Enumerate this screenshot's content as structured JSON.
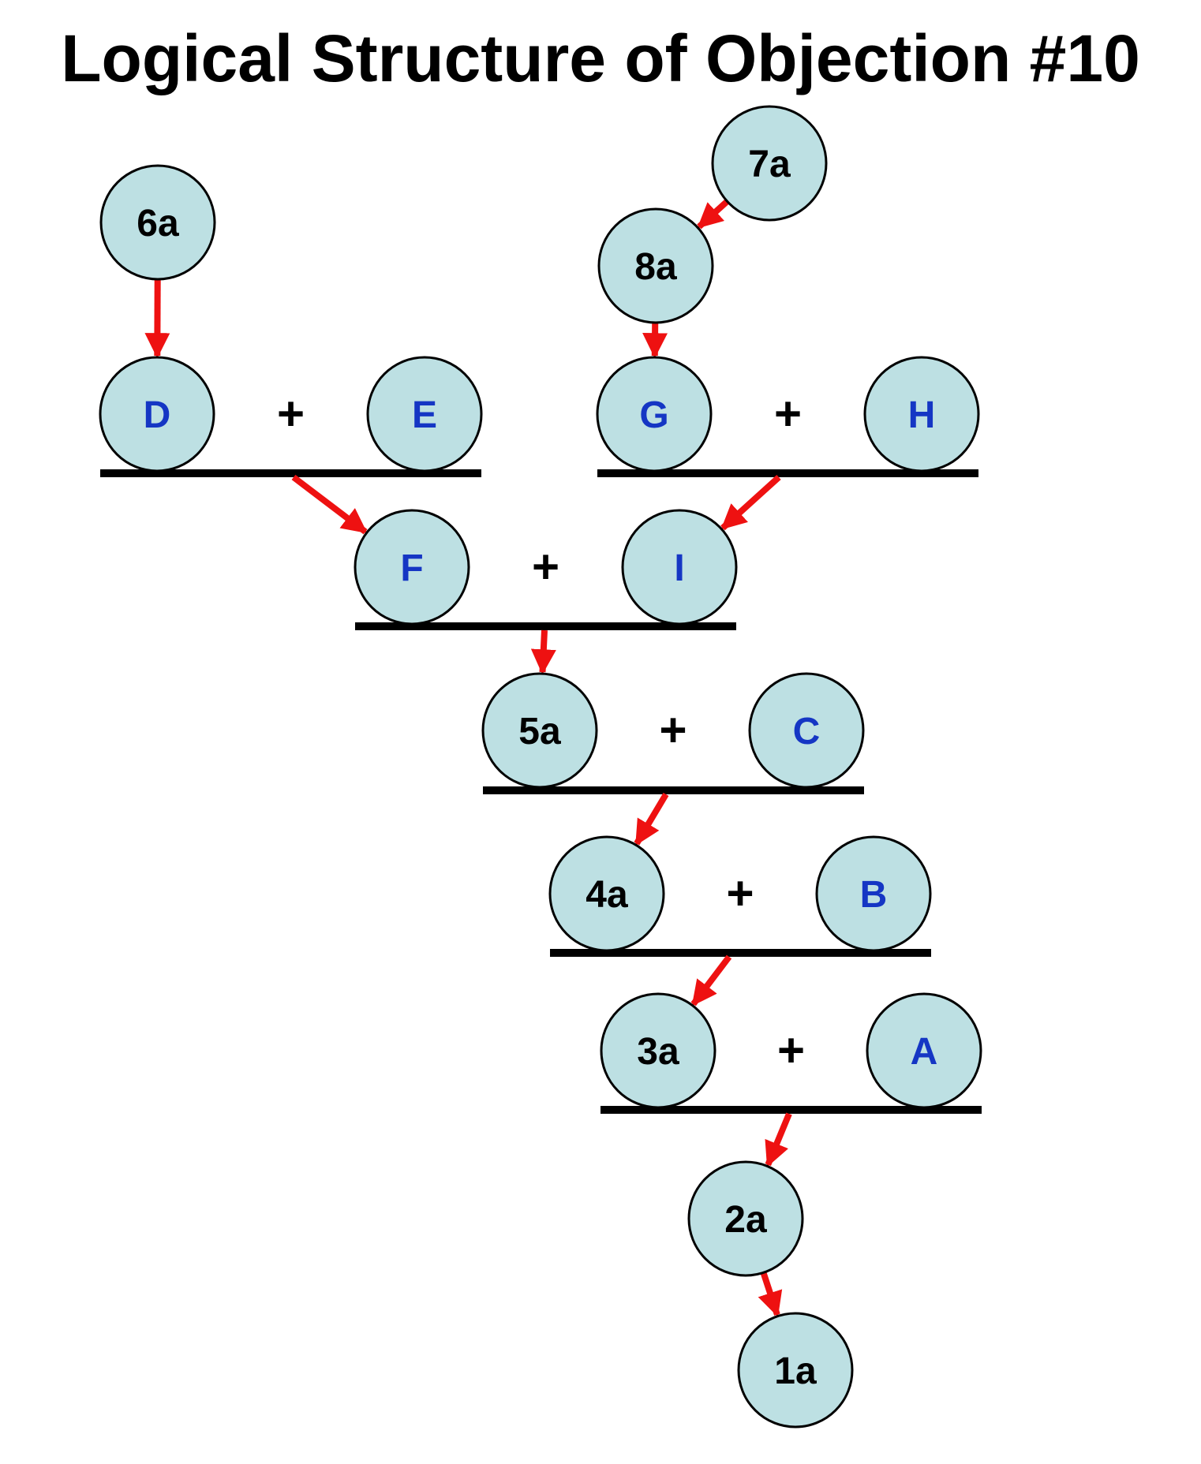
{
  "title": "Logical Structure of Objection #10",
  "colors": {
    "node_fill": "#bde0e3",
    "node_stroke": "#000000",
    "number_text": "#000000",
    "letter_text": "#1536c4",
    "arrow": "#ee1111",
    "bar": "#000000"
  },
  "nodes": [
    {
      "id": "6a",
      "label": "6a",
      "kind": "number"
    },
    {
      "id": "7a",
      "label": "7a",
      "kind": "number"
    },
    {
      "id": "8a",
      "label": "8a",
      "kind": "number"
    },
    {
      "id": "D",
      "label": "D",
      "kind": "letter"
    },
    {
      "id": "E",
      "label": "E",
      "kind": "letter"
    },
    {
      "id": "G",
      "label": "G",
      "kind": "letter"
    },
    {
      "id": "H",
      "label": "H",
      "kind": "letter"
    },
    {
      "id": "F",
      "label": "F",
      "kind": "letter"
    },
    {
      "id": "I",
      "label": "I",
      "kind": "letter"
    },
    {
      "id": "5a",
      "label": "5a",
      "kind": "number"
    },
    {
      "id": "C",
      "label": "C",
      "kind": "letter"
    },
    {
      "id": "4a",
      "label": "4a",
      "kind": "number"
    },
    {
      "id": "B",
      "label": "B",
      "kind": "letter"
    },
    {
      "id": "3a",
      "label": "3a",
      "kind": "number"
    },
    {
      "id": "A",
      "label": "A",
      "kind": "letter"
    },
    {
      "id": "2a",
      "label": "2a",
      "kind": "number"
    },
    {
      "id": "1a",
      "label": "1a",
      "kind": "number"
    }
  ],
  "groups": [
    {
      "id": "DE",
      "members": [
        "D",
        "E"
      ],
      "operator": "+"
    },
    {
      "id": "GH",
      "members": [
        "G",
        "H"
      ],
      "operator": "+"
    },
    {
      "id": "FI",
      "members": [
        "F",
        "I"
      ],
      "operator": "+"
    },
    {
      "id": "5aC",
      "members": [
        "5a",
        "C"
      ],
      "operator": "+"
    },
    {
      "id": "4aB",
      "members": [
        "4a",
        "B"
      ],
      "operator": "+"
    },
    {
      "id": "3aA",
      "members": [
        "3a",
        "A"
      ],
      "operator": "+"
    }
  ],
  "edges": [
    {
      "from": "6a",
      "to": "D"
    },
    {
      "from": "7a",
      "to": "8a"
    },
    {
      "from": "8a",
      "to": "G"
    },
    {
      "from": "DE",
      "to": "F"
    },
    {
      "from": "GH",
      "to": "I"
    },
    {
      "from": "FI",
      "to": "5a"
    },
    {
      "from": "5aC",
      "to": "4a"
    },
    {
      "from": "4aB",
      "to": "3a"
    },
    {
      "from": "3aA",
      "to": "2a"
    },
    {
      "from": "2a",
      "to": "1a"
    }
  ]
}
